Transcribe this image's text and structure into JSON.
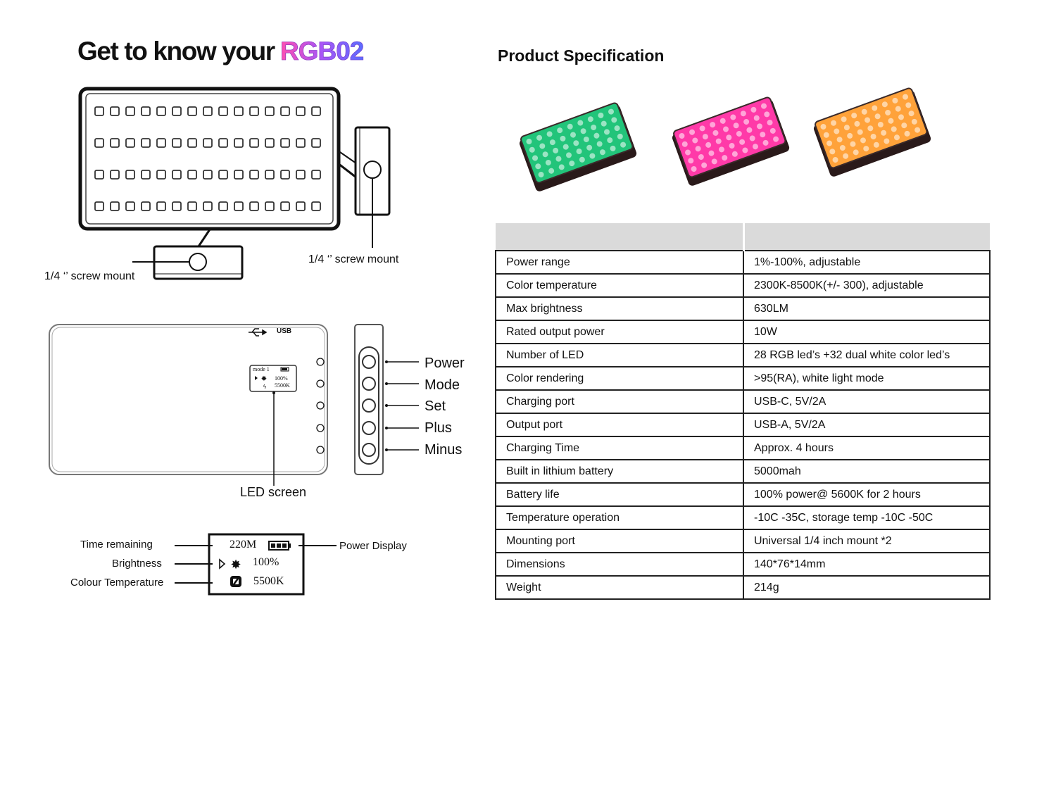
{
  "header": {
    "title": "Get to know your",
    "brand": "RGB02"
  },
  "spec": {
    "title": "Product Specification",
    "columns": [
      "",
      ""
    ],
    "rows": [
      {
        "k": "Power range",
        "v": "1%-100%, adjustable"
      },
      {
        "k": "Color temperature",
        "v": "2300K-8500K(+/- 300), adjustable"
      },
      {
        "k": "Max brightness",
        "v": "630LM"
      },
      {
        "k": "Rated output power",
        "v": "10W"
      },
      {
        "k": "Number of LED",
        "v": "28 RGB led’s +32 dual white color led’s"
      },
      {
        "k": "Color rendering",
        "v": ">95(RA), white light mode"
      },
      {
        "k": "Charging port",
        "v": "USB-C, 5V/2A"
      },
      {
        "k": "Output port",
        "v": "USB-A, 5V/2A"
      },
      {
        "k": "Charging Time",
        "v": "Approx. 4 hours"
      },
      {
        "k": "Built in lithium battery",
        "v": "5000mah"
      },
      {
        "k": "Battery life",
        "v": "100% power@ 5600K for 2 hours"
      },
      {
        "k": "Temperature operation",
        "v": "-10C -35C, storage temp -10C -50C"
      },
      {
        "k": "Mounting port",
        "v": "Universal 1/4 inch mount *2"
      },
      {
        "k": "Dimensions",
        "v": "140*76*14mm"
      },
      {
        "k": "Weight",
        "v": "214g"
      }
    ]
  },
  "product_colors": [
    "#22c47a",
    "#ff3aa8",
    "#ffa23a"
  ],
  "diagram_top": {
    "mount_bottom": "1/4 ‘’ screw mount",
    "mount_side": "1/4 ‘’ screw mount"
  },
  "diagram_back": {
    "usb_label": "USB",
    "screen_mode": "mode 1",
    "screen_brightness": "100%",
    "screen_temp": "5500K",
    "buttons": [
      "Power",
      "Mode",
      "Set",
      "Plus",
      "Minus"
    ],
    "led_screen_label": "LED screen"
  },
  "lcd": {
    "time": "220M",
    "brightness": "100%",
    "temperature": "5500K",
    "labels": {
      "time_remaining": "Time remaining",
      "brightness": "Brightness",
      "colour_temperature": "Colour Temperature",
      "power_display": "Power Display"
    }
  }
}
